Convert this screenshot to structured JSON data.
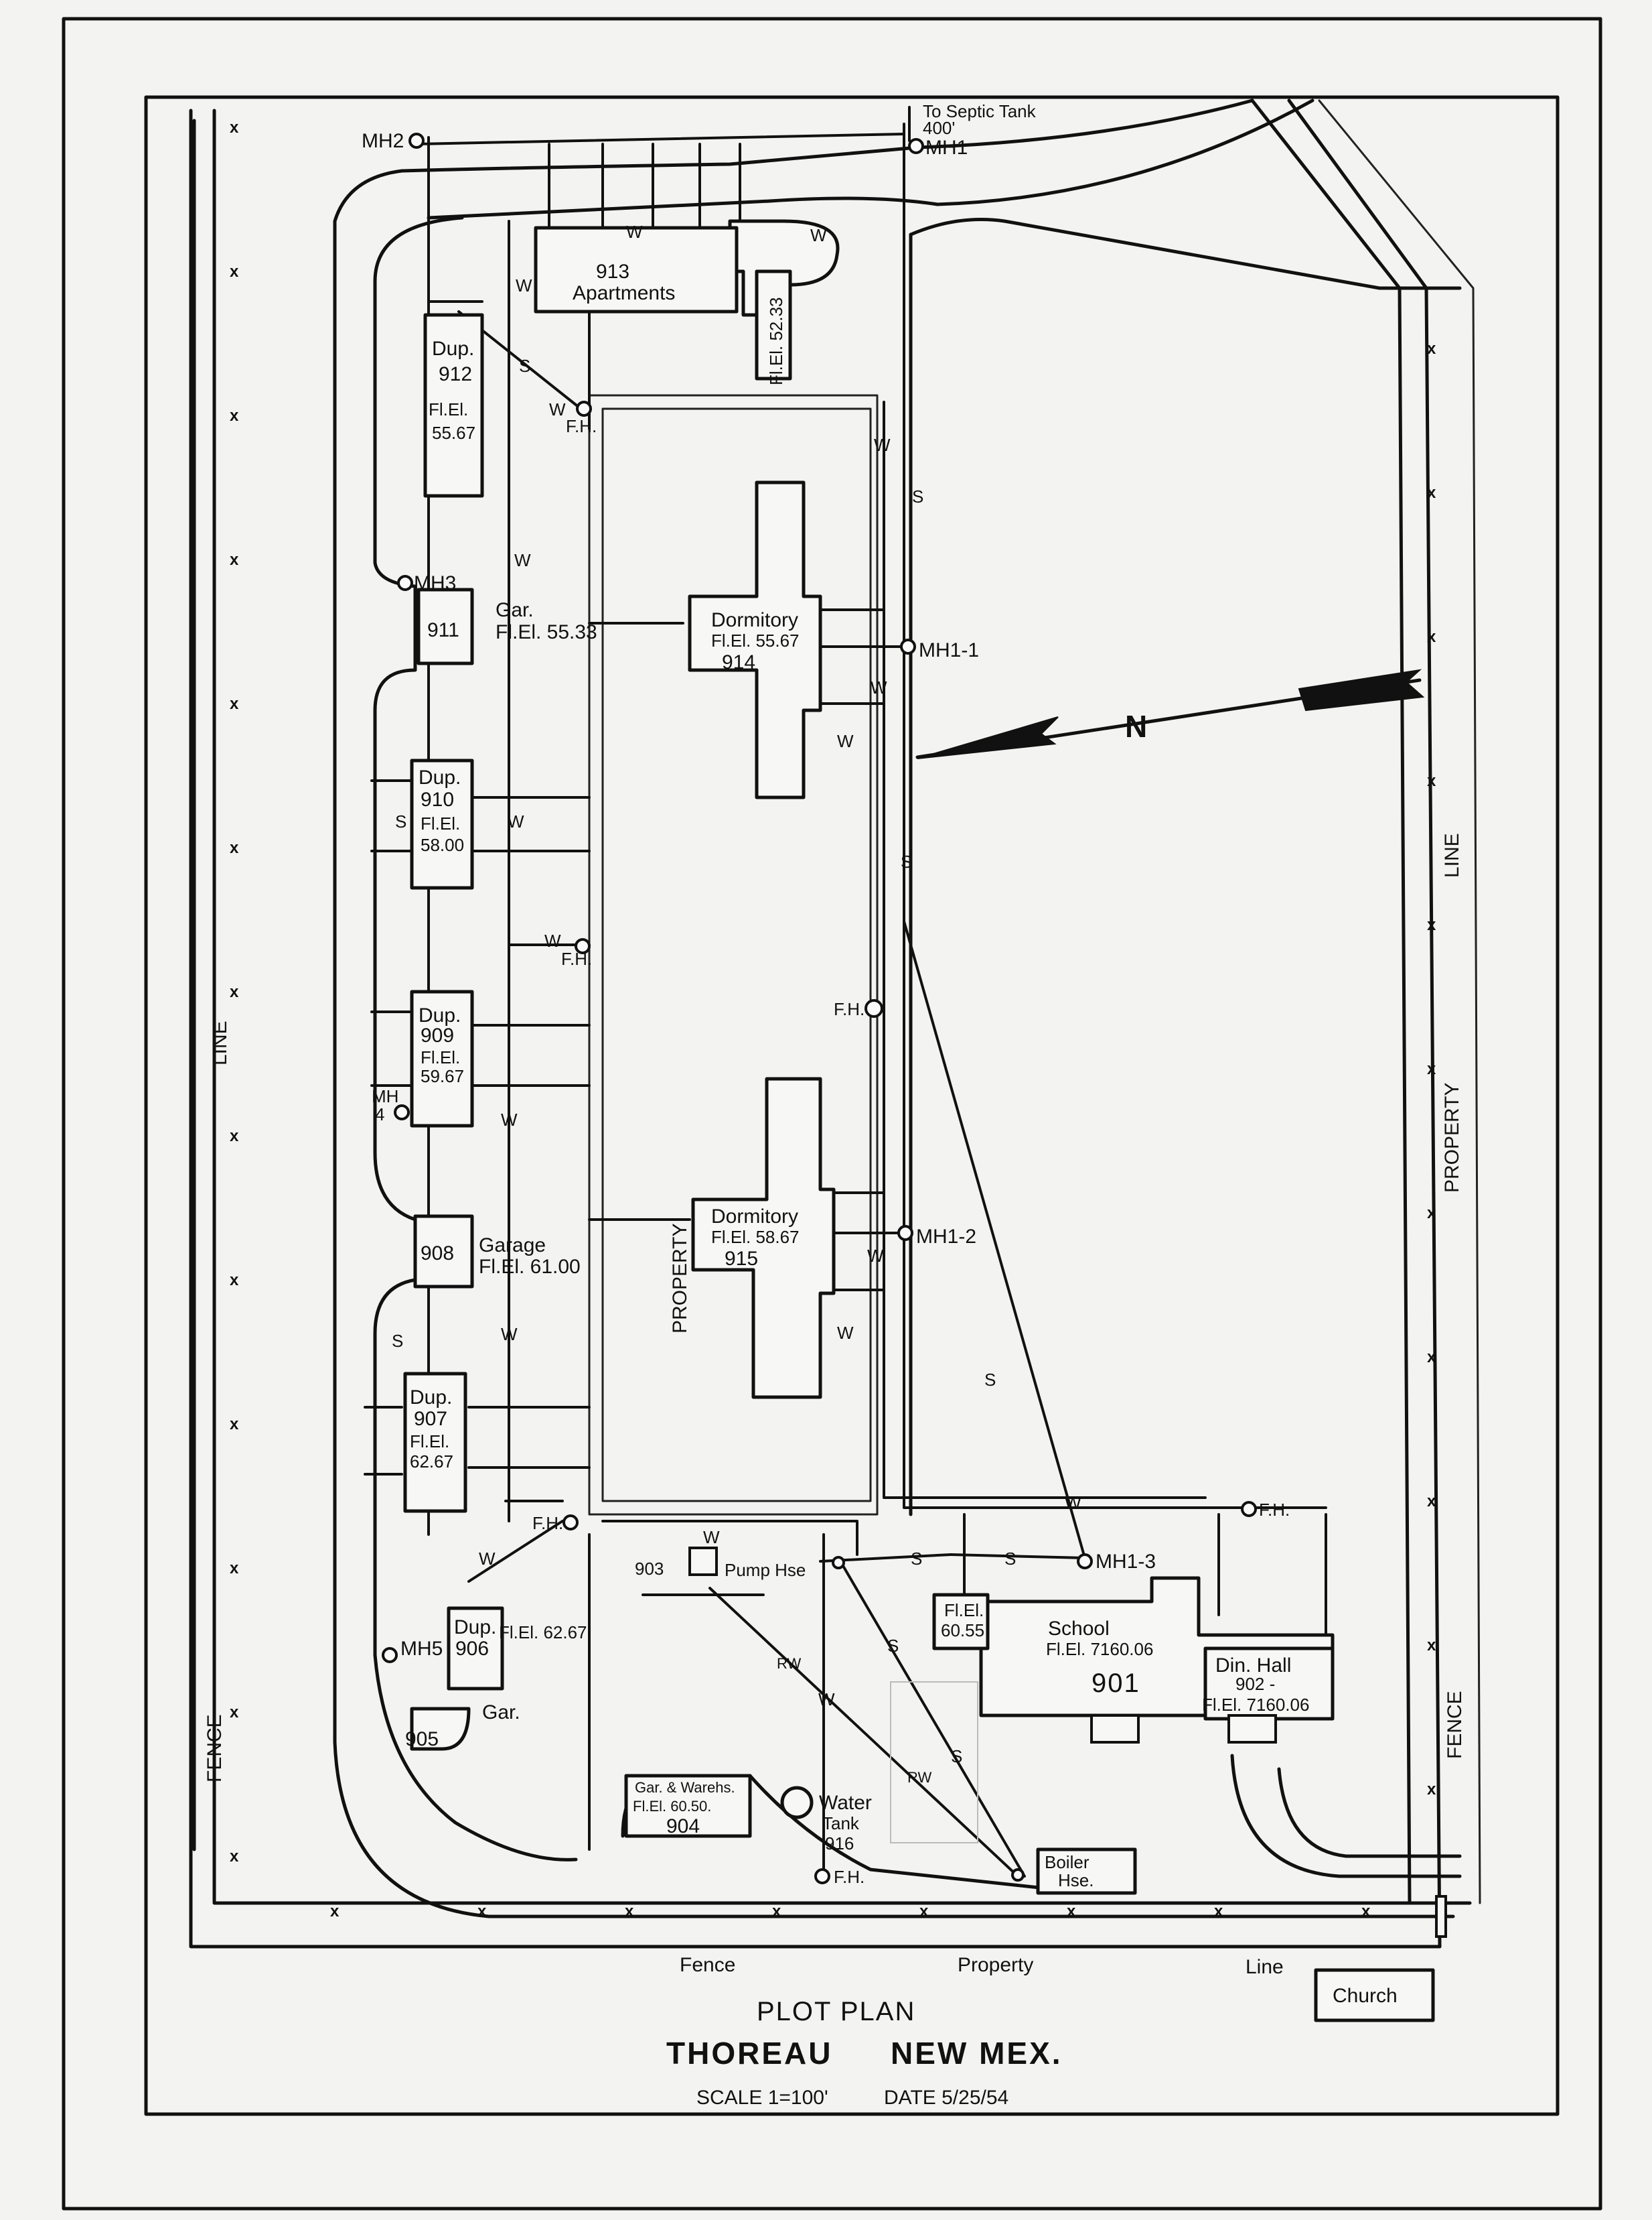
{
  "title": "PLOT PLAN",
  "location": {
    "town": "THOREAU",
    "state": "NEW MEX."
  },
  "scale_label": "SCALE 1=100'",
  "date_label": "DATE 5/25/54",
  "septic_note": "To Septic Tank",
  "septic_distance": "400'",
  "buildings": {
    "b913": {
      "number": "913",
      "name": "Apartments",
      "elev": "Fl.El. 52.33"
    },
    "b912": {
      "type": "Dup.",
      "number": "912",
      "elev_label": "Fl.El.",
      "elev_value": "55.67"
    },
    "b911": {
      "number": "911",
      "type": "Gar.",
      "elev": "Fl.El. 55.33"
    },
    "b914": {
      "name": "Dormitory",
      "elev": "Fl.El. 55.67",
      "number": "914"
    },
    "b910": {
      "type": "Dup.",
      "number": "910",
      "elev_label": "Fl.El.",
      "elev_value": "58.00"
    },
    "b909": {
      "type": "Dup.",
      "number": "909",
      "elev_label": "Fl.El.",
      "elev_value": "59.67"
    },
    "b915": {
      "name": "Dormitory",
      "elev": "Fl.El. 58.67",
      "number": "915"
    },
    "b908": {
      "number": "908",
      "name": "Garage",
      "elev": "Fl.El. 61.00"
    },
    "b907": {
      "type": "Dup.",
      "number": "907",
      "elev_label": "Fl.El.",
      "elev_value": "62.67"
    },
    "b906": {
      "type": "Dup.",
      "number": "906",
      "elev": "Fl.El. 62.67"
    },
    "b905": {
      "number": "905",
      "type": "Gar."
    },
    "b904": {
      "name": "Gar. & Warehs.",
      "elev": "Fl.El. 60.50.",
      "number": "904"
    },
    "b903": {
      "number": "903",
      "name": "Pump Hse"
    },
    "b916": {
      "name": "Water",
      "name2": "Tank",
      "number": "916"
    },
    "b901": {
      "name": "School",
      "elev": "Fl.El. 7160.06",
      "number": "901"
    },
    "b902": {
      "name": "Din. Hall",
      "number": "902 -",
      "elev": "Fl.El. 7160.06"
    },
    "boiler": {
      "name": "Boiler",
      "name2": "Hse."
    },
    "annex": {
      "elev_label": "Fl.El.",
      "elev_value": "60.55"
    },
    "church": {
      "name": "Church"
    }
  },
  "manholes": {
    "mh1": "MH1",
    "mh2": "MH2",
    "mh3": "MH3",
    "mh4a": "MH",
    "mh4b": "4",
    "mh5": "MH5",
    "mh11": "MH1-1",
    "mh12": "MH1-2",
    "mh13": "MH1-3"
  },
  "hydrant_label": "F.H.",
  "line_codes": {
    "water": "W",
    "sewer": "S",
    "raw_water": "RW"
  },
  "boundary_labels": {
    "fence": "FENCE",
    "property": "PROPERTY",
    "line": "LINE",
    "fence_bottom": "Fence",
    "property_bottom": "Property",
    "line_bottom": "Line"
  },
  "fence_marker": "x",
  "north_arrow": {
    "label": "N"
  }
}
